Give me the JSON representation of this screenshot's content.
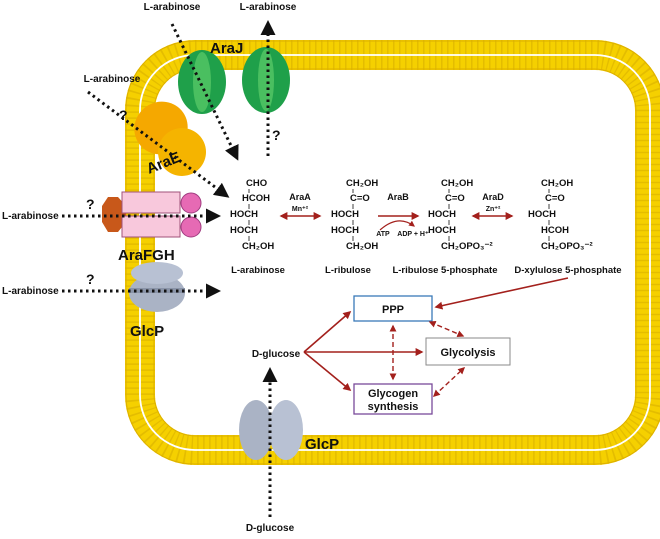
{
  "membrane_color": "#f5d000",
  "labels": {
    "arabinose_1": "L-arabinose",
    "arabinose_2": "L-arabinose",
    "arabinose_3": "L-arabinose",
    "arabinose_4": "L-arabinose",
    "arabinose_5": "L-arabinose",
    "dglucose_in": "D-glucose",
    "dglucose_out": "D-glucose"
  },
  "transporters": {
    "araj": "AraJ",
    "arae": "AraE",
    "arafgh": "AraFGH",
    "glcp_left": "GlcP",
    "glcp_bottom": "GlcP"
  },
  "unknown_mark": "?",
  "molecules": {
    "arabinose": {
      "name": "L-arabinose",
      "lines": [
        "CHO",
        "HCOH",
        "HOCH",
        "HOCH",
        "CH₂OH"
      ]
    },
    "ribulose": {
      "name": "L-ribulose",
      "lines": [
        "CH₂OH",
        "C=O",
        "HOCH",
        "HOCH",
        "CH₂OH"
      ]
    },
    "ribulose5p": {
      "name": "L-ribulose 5-phosphate",
      "lines": [
        "CH₂OH",
        "C=O",
        "HOCH",
        "HOCH",
        "CH₂OPO₃⁻²"
      ]
    },
    "xylulose5p": {
      "name": "D-xylulose 5-phosphate",
      "lines": [
        "CH₂OH",
        "C=O",
        "HOCH",
        "HCOH",
        "CH₂OPO₃⁻²"
      ]
    }
  },
  "enzymes": {
    "araa": "AraA",
    "araa_cofactor": "Mn⁺²",
    "arab": "AraB",
    "arab_atp": "ATP",
    "arab_adp": "ADP + H⁺",
    "arad": "AraD",
    "arad_cofactor": "Zn⁺²"
  },
  "boxes": {
    "ppp": "PPP",
    "glycolysis": "Glycolysis",
    "glycogen_1": "Glycogen",
    "glycogen_2": "synthesis"
  }
}
